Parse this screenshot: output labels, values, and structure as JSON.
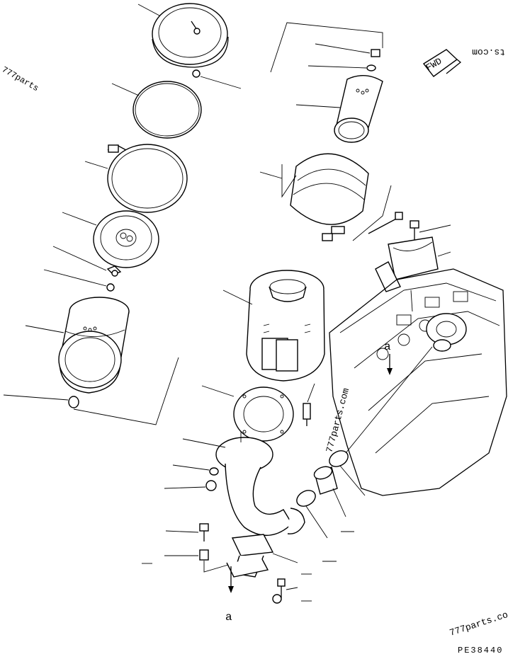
{
  "labels": {
    "fwd": "FWD",
    "a_top": "a",
    "a_bottom": "a",
    "watermark_top_left": "777parts",
    "watermark_top_right": "ts.com",
    "watermark_center": "777parts.com",
    "watermark_bottom": "777parts.co",
    "drawing_code": "PE38440"
  }
}
